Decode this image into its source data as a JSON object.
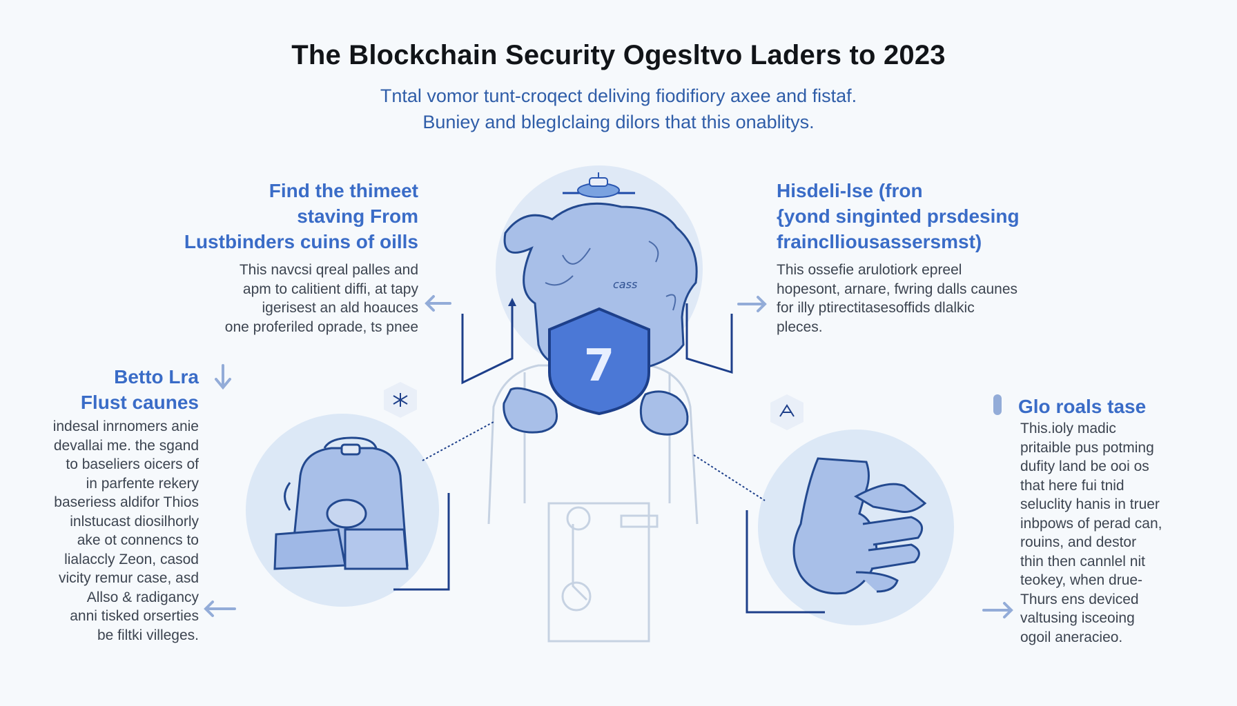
{
  "title": "The Blockchain Security Ogesltvo Laders to  2023",
  "subtitle": {
    "line1": "Tntal vomor tunt-croqect deliving fiodifiory axee and fistaf.",
    "line2": "Buniey and blegIclaing dilors that this onablitys."
  },
  "sections": {
    "top_left": {
      "heading": [
        "Find the thimeet",
        "staving From",
        "Lustbinders cuins of oills"
      ],
      "body": [
        "This navcsi qreal palles and",
        "apm to calitient diffi, at tapy",
        "igerisest an ald hoauces",
        "one proferiled oprade, ts pnee"
      ]
    },
    "top_right": {
      "heading": [
        "Hisdeli-lse (fron",
        "{yond singinted prsdesing",
        "frainclliousassersmst)"
      ],
      "body": [
        "This ossefie arulotiork epreel",
        "hopesont, arnare, fwring dalls caunes",
        "for illy ptirectitasesoffids dlalkic",
        "pleces."
      ]
    },
    "bottom_left": {
      "heading": [
        "Betto Lra",
        "Flust caunes"
      ],
      "body": [
        "indesal inrnomers anie",
        "devallai me. the sgand",
        "to baseliers oicers of",
        "in parfente rekery",
        "baseriess aldifor Thios",
        "inlstucast diosilhorly",
        "ake ot connencs to",
        "lialaccly Zeon, casod",
        "vicity remur case, asd",
        "Allso & radigancy",
        "anni tisked orserties",
        "be filtki villeges."
      ]
    },
    "bottom_right": {
      "heading": [
        "Glo roals tase"
      ],
      "body": [
        "This.ioly madic",
        "pritaible pus potming",
        "dufity land be ooi os",
        "that here fui tnid",
        "seluclity hanis in truer",
        "inbpows of perad can,",
        "rouins, and destor",
        "thin then cannlel nit",
        "teokey, when drue-",
        "Thurs ens deviced",
        "valtusing isceoing",
        "ogoil aneracieo."
      ]
    }
  },
  "center": {
    "shield_mark": "7",
    "head_scribble": "cass"
  },
  "colors": {
    "accent": "#3a6cc7",
    "primary_dark": "#1d3f8a",
    "circle_fill": "#dce8f6",
    "line_art": "#c3cfdf"
  },
  "icons": [
    "ufo-icon",
    "shield-icon",
    "rock-icon",
    "backpack-icon",
    "fist-icon",
    "hexagon-badge-icon",
    "arrow-icon"
  ]
}
